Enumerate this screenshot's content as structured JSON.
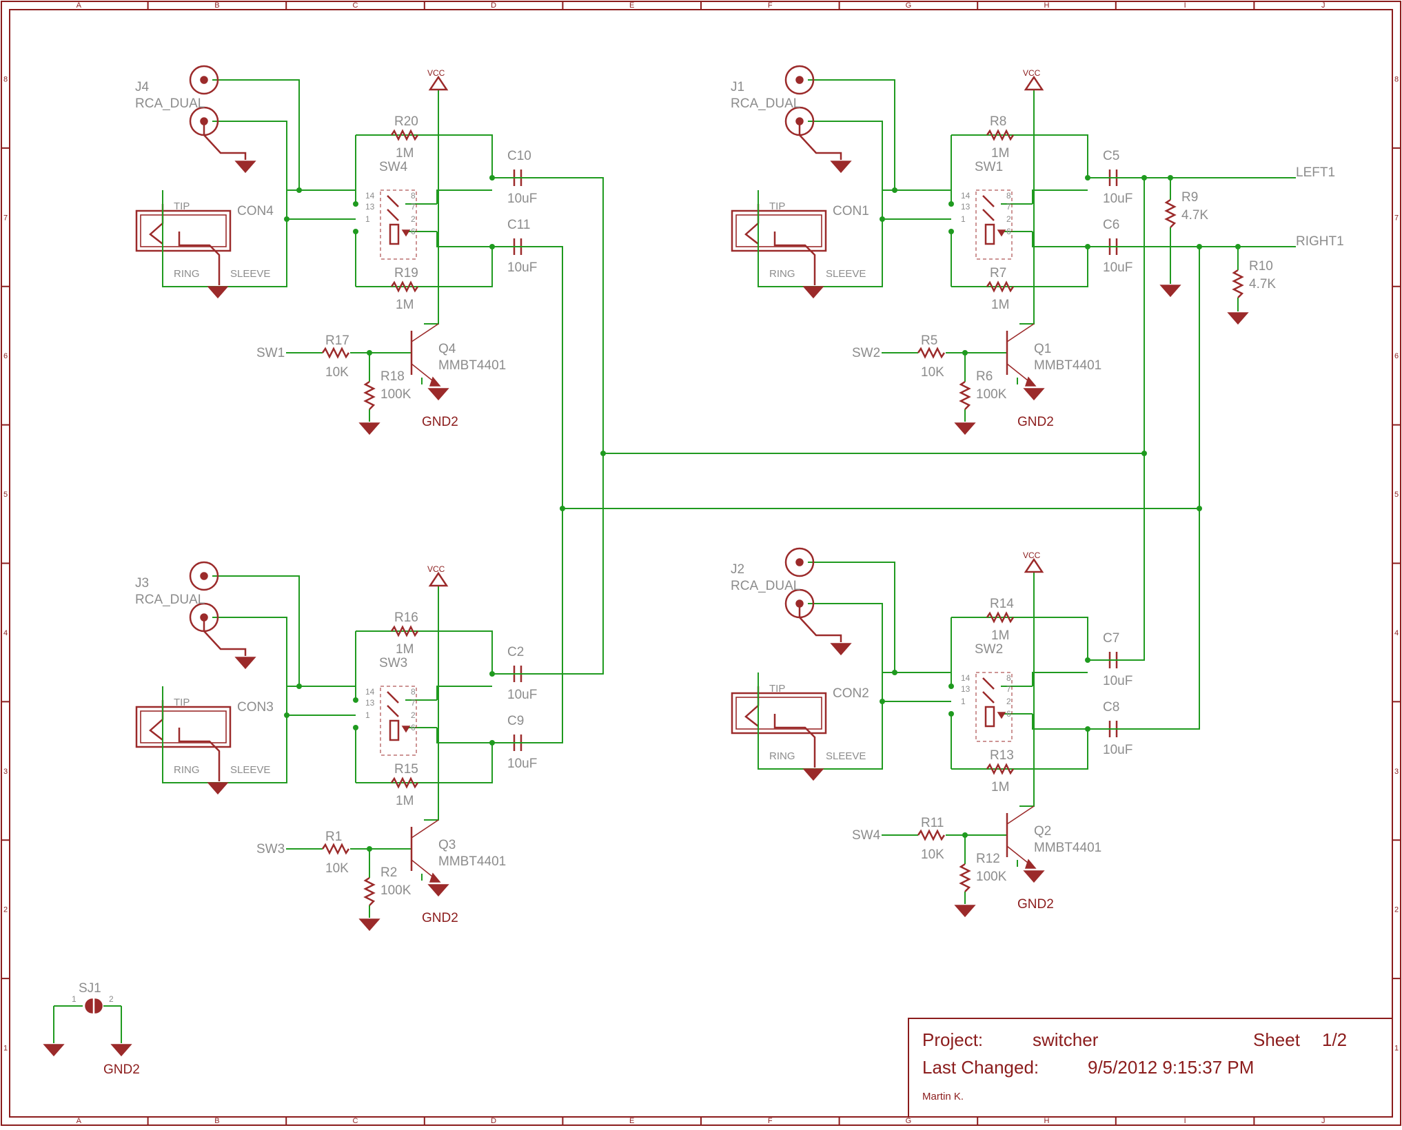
{
  "grid": {
    "columns": [
      "A",
      "B",
      "C",
      "D",
      "E",
      "F",
      "G",
      "H",
      "I",
      "J"
    ],
    "rows": [
      "8",
      "7",
      "6",
      "5",
      "4",
      "3",
      "2",
      "1"
    ]
  },
  "blocks": [
    {
      "jack": "J4",
      "jack_type": "RCA_DUAL",
      "con": "CON4",
      "con_tip": "TIP",
      "con_ring": "RING",
      "con_sleeve": "SLEEVE",
      "relay": "SW4",
      "r_top": "R20",
      "r_top_val": "1M",
      "r_bot": "R19",
      "r_bot_val": "1M",
      "c_top": "C10",
      "c_top_val": "10uF",
      "c_bot": "C11",
      "c_bot_val": "10uF",
      "r_base": "R17",
      "r_base_val": "10K",
      "r_pd": "R18",
      "r_pd_val": "100K",
      "q": "Q4",
      "q_type": "MMBT4401",
      "input": "SW1",
      "vcc": "VCC",
      "gnd": "GND2",
      "pins": [
        "14",
        "13",
        "8",
        "7",
        "2",
        "1",
        "6"
      ]
    },
    {
      "jack": "J1",
      "jack_type": "RCA_DUAL",
      "con": "CON1",
      "con_tip": "TIP",
      "con_ring": "RING",
      "con_sleeve": "SLEEVE",
      "relay": "SW1",
      "r_top": "R8",
      "r_top_val": "1M",
      "r_bot": "R7",
      "r_bot_val": "1M",
      "c_top": "C5",
      "c_top_val": "10uF",
      "c_bot": "C6",
      "c_bot_val": "10uF",
      "r_base": "R5",
      "r_base_val": "10K",
      "r_pd": "R6",
      "r_pd_val": "100K",
      "q": "Q1",
      "q_type": "MMBT4401",
      "input": "SW2",
      "vcc": "VCC",
      "gnd": "GND2",
      "pins": [
        "14",
        "13",
        "8",
        "7",
        "2",
        "1",
        "6"
      ]
    },
    {
      "jack": "J3",
      "jack_type": "RCA_DUAL",
      "con": "CON3",
      "con_tip": "TIP",
      "con_ring": "RING",
      "con_sleeve": "SLEEVE",
      "relay": "SW3",
      "r_top": "R16",
      "r_top_val": "1M",
      "r_bot": "R15",
      "r_bot_val": "1M",
      "c_top": "C2",
      "c_top_val": "10uF",
      "c_bot": "C9",
      "c_bot_val": "10uF",
      "r_base": "R1",
      "r_base_val": "10K",
      "r_pd": "R2",
      "r_pd_val": "100K",
      "q": "Q3",
      "q_type": "MMBT4401",
      "input": "SW3",
      "vcc": "VCC",
      "gnd": "GND2",
      "pins": [
        "14",
        "13",
        "8",
        "7",
        "2",
        "1",
        "6"
      ]
    },
    {
      "jack": "J2",
      "jack_type": "RCA_DUAL",
      "con": "CON2",
      "con_tip": "TIP",
      "con_ring": "RING",
      "con_sleeve": "SLEEVE",
      "relay": "SW2",
      "r_top": "R14",
      "r_top_val": "1M",
      "r_bot": "R13",
      "r_bot_val": "1M",
      "c_top": "C7",
      "c_top_val": "10uF",
      "c_bot": "C8",
      "c_bot_val": "10uF",
      "r_base": "R11",
      "r_base_val": "10K",
      "r_pd": "R12",
      "r_pd_val": "100K",
      "q": "Q2",
      "q_type": "MMBT4401",
      "input": "SW4",
      "vcc": "VCC",
      "gnd": "GND2",
      "pins": [
        "14",
        "13",
        "8",
        "7",
        "2",
        "1",
        "6"
      ]
    }
  ],
  "output": {
    "left_net": "LEFT1",
    "right_net": "RIGHT1",
    "r9": "R9",
    "r9_val": "4.7K",
    "r10": "R10",
    "r10_val": "4.7K"
  },
  "jumper": {
    "name": "SJ1",
    "pin1": "1",
    "pin2": "2",
    "gnd": "GND2"
  },
  "title_block": {
    "project_label": "Project:",
    "project_value": "switcher",
    "sheet_label": "Sheet",
    "sheet_value": "1/2",
    "changed_label": "Last Changed:",
    "changed_value": "9/5/2012 9:15:37 PM",
    "author": "Martin K."
  },
  "colors": {
    "wire": "#1f9a1f",
    "part": "#9b2a2a",
    "frame": "#8b1c1c",
    "label": "#8c8c8c"
  }
}
